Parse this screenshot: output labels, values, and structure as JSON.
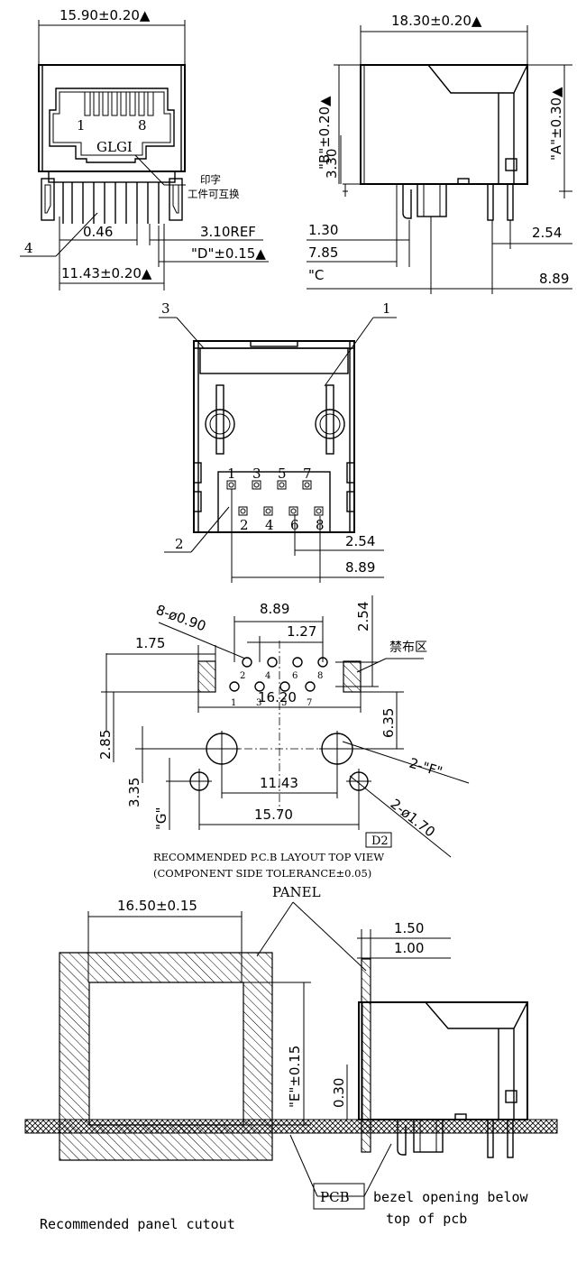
{
  "top_left_view": {
    "dim_width": "15.90±0.20▲",
    "dim_bottom": "11.43±0.20▲",
    "dim_pin": "0.46",
    "dim_ref": "3.10REF",
    "dim_d": "\"D\"±0.15▲",
    "pin1_label": "1",
    "pin8_label": "8",
    "logo_text": "GLGI",
    "callout": "4",
    "note_line1": "印字",
    "note_line2": "工件可互换"
  },
  "top_right_view": {
    "dim_length": "18.30±0.20▲",
    "dim_b": "\"B\"±0.20▲",
    "dim_a": "\"A\"±0.30▲",
    "dim_330": "3.30",
    "dim_130": "1.30",
    "dim_785": "7.85",
    "dim_c": "\"C",
    "dim_254": "2.54",
    "dim_889": "8.89"
  },
  "bottom_view": {
    "callout_1": "1",
    "callout_2": "2",
    "callout_3": "3",
    "pins_top": [
      "1",
      "3",
      "5",
      "7"
    ],
    "pins_bottom": [
      "2",
      "4",
      "6",
      "8"
    ],
    "dim_254": "2.54",
    "dim_889": "8.89"
  },
  "pcb_layout": {
    "dim_889": "8.89",
    "dim_127": "1.27",
    "dim_254": "2.54",
    "dim_holes": "8-ø0.90",
    "dim_175": "1.75",
    "keepout_label": "禁布区",
    "dim_1620": "16.20",
    "dim_635": "6.35",
    "dim_285": "2.85",
    "dim_335": "3.35",
    "dim_1143": "11.43",
    "dim_f": "2-\"F\"",
    "dim_g": "\"G\"",
    "dim_1570": "15.70",
    "dim_170": "2-ø1.70",
    "d2_label": "D2",
    "pins_top": [
      "2",
      "4",
      "6",
      "8"
    ],
    "pins_bottom": [
      "1",
      "3",
      "5",
      "7"
    ],
    "caption_line1": "RECOMMENDED P.C.B LAYOUT TOP VIEW",
    "caption_line2": "(COMPONENT SIDE TOLERANCE±0.05)"
  },
  "panel_cutout": {
    "panel_label": "PANEL",
    "dim_width": "16.50±0.15",
    "dim_e": "\"E\"±0.15",
    "dim_150": "1.50",
    "dim_100": "1.00",
    "dim_030": "0.30",
    "pcb_label": "PCB",
    "caption_left": "Recommended panel cutout",
    "caption_right_1": "bezel opening below",
    "caption_right_2": "top of pcb"
  }
}
